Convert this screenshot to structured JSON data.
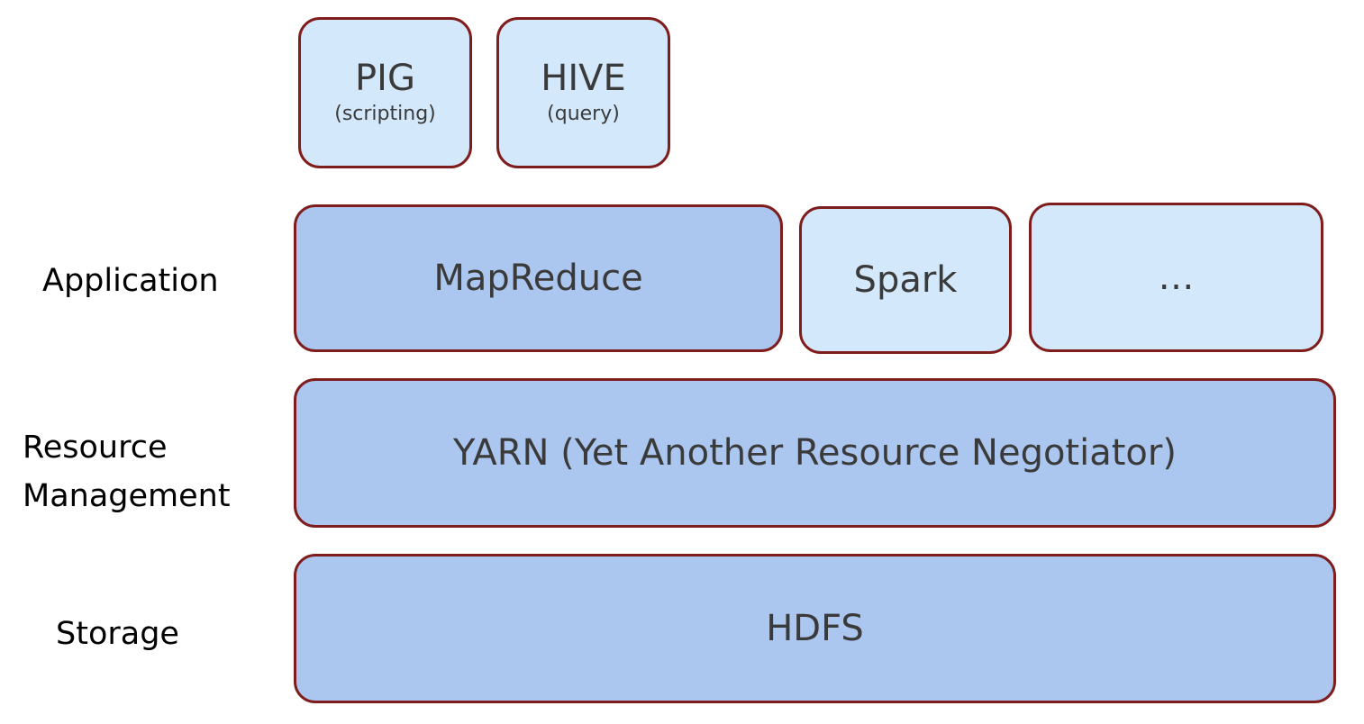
{
  "layers": {
    "application_label": "Application",
    "resource_label_line1": "Resource",
    "resource_label_line2": "Management",
    "storage_label": "Storage"
  },
  "top_tools": [
    {
      "name": "PIG",
      "note": "(scripting)"
    },
    {
      "name": "HIVE",
      "note": "(query)"
    }
  ],
  "application": {
    "mapreduce": "MapReduce",
    "spark": "Spark",
    "more": "…"
  },
  "resource_management": {
    "yarn": "YARN (Yet Another Resource Negotiator)"
  },
  "storage": {
    "hdfs": "HDFS"
  },
  "colors": {
    "border": "#7f1d1d",
    "light_fill": "#d4e8fb",
    "dark_fill": "#abc6ef",
    "box_text": "#3a3a3a",
    "label_text": "#000000"
  }
}
